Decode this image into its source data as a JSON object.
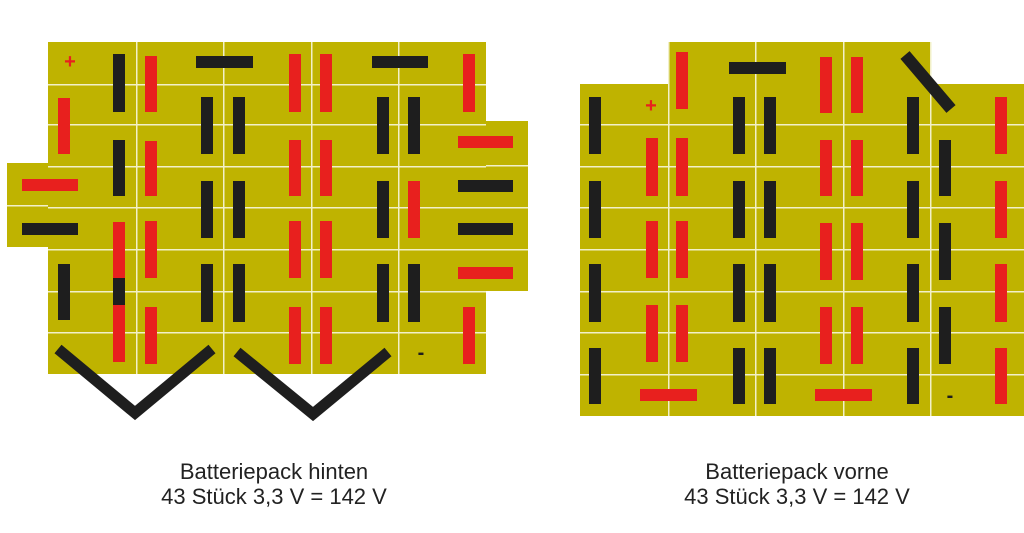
{
  "colors": {
    "background": "#ffffff",
    "board": "#bfb300",
    "divider": "#f2f0c8",
    "positive_terminal": "#e8201e",
    "negative_terminal": "#1e1e1e",
    "connector": "#1e1e1e"
  },
  "packs": [
    {
      "name": "Batteriepack hinten",
      "spec": "43 Stück 3,3 V = 142 V",
      "plus_sign": "+",
      "minus_sign": "-"
    },
    {
      "name": "Batteriepack vorne",
      "spec": "43 Stück 3,3 V = 142 V",
      "plus_sign": "+",
      "minus_sign": "-"
    }
  ]
}
